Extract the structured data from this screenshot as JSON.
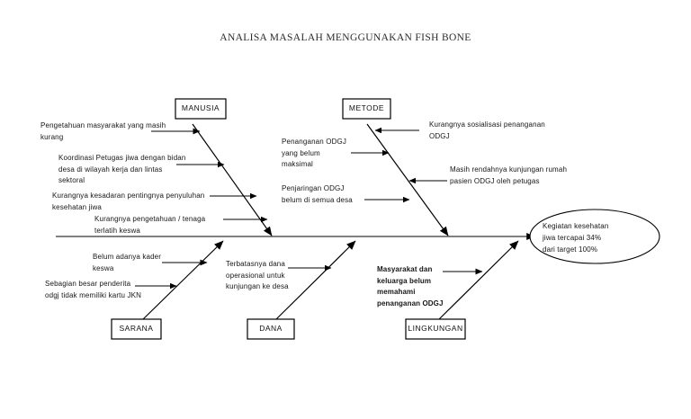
{
  "document": {
    "title": "ANALISA MASALAH MENGGUNAKAN FISH BONE"
  },
  "colors": {
    "ink": "#161616",
    "line": "#000000",
    "background": "#ffffff"
  },
  "categories": [
    {
      "id": "manusia",
      "label": "MANUSIA",
      "position": "top"
    },
    {
      "id": "metode",
      "label": "METODE",
      "position": "top"
    },
    {
      "id": "sarana",
      "label": "SARANA",
      "position": "bottom"
    },
    {
      "id": "dana",
      "label": "DANA",
      "position": "bottom"
    },
    {
      "id": "lingkungan",
      "label": "LINGKUNGAN",
      "position": "bottom"
    }
  ],
  "causes": {
    "manusia": [
      {
        "id": "m1",
        "lines": [
          "Pengetahuan masyarakat yang masih",
          "kurang"
        ]
      },
      {
        "id": "m2",
        "lines": [
          "Koordinasi Petugas  jiwa dengan bidan",
          "desa di wilayah kerja dan lintas",
          "sektoral"
        ]
      },
      {
        "id": "m3",
        "lines": [
          "Kurangnya kesadaran pentingnya penyuluhan",
          "kesehatan jiwa"
        ]
      },
      {
        "id": "m4",
        "lines": [
          "Kurangnya  pengetahuan /  tenaga",
          "terlatih keswa"
        ]
      }
    ],
    "metode_left": [
      {
        "id": "me1",
        "lines": [
          "Penanganan      ODGJ",
          "yang             belum",
          "maksimal"
        ]
      },
      {
        "id": "me2",
        "lines": [
          "Penjaringan ODGJ",
          "belum di semua desa"
        ]
      }
    ],
    "metode_right": [
      {
        "id": "me3",
        "lines": [
          "Kurangnya sosialisasi penanganan",
          "ODGJ"
        ]
      },
      {
        "id": "me4",
        "lines": [
          "Masih rendahnya kunjungan rumah",
          "pasien ODGJ oleh petugas"
        ]
      }
    ],
    "sarana": [
      {
        "id": "s1",
        "lines": [
          "Belum adanya  kader",
          "keswa"
        ]
      },
      {
        "id": "s2",
        "lines": [
          "Sebagian besar penderita",
          "odgj tidak memiliki kartu JKN"
        ]
      }
    ],
    "dana": [
      {
        "id": "d1",
        "lines": [
          "Terbatasnya dana",
          "operasional untuk",
          "kunjungan ke desa"
        ]
      }
    ],
    "lingkungan": [
      {
        "id": "l1",
        "bold": true,
        "lines": [
          "Masyarakat dan",
          "keluarga belum",
          "memahami",
          "penanganan ODGJ"
        ]
      }
    ]
  },
  "effect": {
    "id": "effect-node",
    "lines": [
      "Kegiatan kesehatan",
      "jiwa tercapai 34%",
      "dari target 100%"
    ]
  }
}
